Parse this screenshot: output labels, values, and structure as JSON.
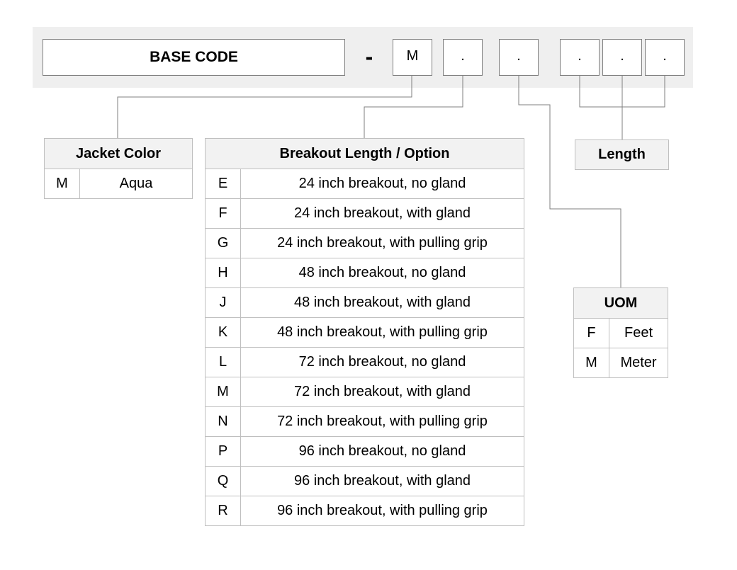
{
  "code_bar": {
    "base_code": "BASE  CODE",
    "dash": "-",
    "slots": [
      "M",
      ".",
      ".",
      ".",
      ".",
      "."
    ]
  },
  "jacket_color": {
    "title": "Jacket Color",
    "rows": [
      {
        "code": "M",
        "desc": "Aqua"
      }
    ]
  },
  "breakout": {
    "title": "Breakout Length / Option",
    "rows": [
      {
        "code": "E",
        "desc": "24 inch breakout, no gland"
      },
      {
        "code": "F",
        "desc": "24 inch breakout, with gland"
      },
      {
        "code": "G",
        "desc": "24 inch breakout, with pulling grip"
      },
      {
        "code": "H",
        "desc": "48 inch breakout, no gland"
      },
      {
        "code": "J",
        "desc": "48 inch breakout, with gland"
      },
      {
        "code": "K",
        "desc": "48 inch breakout, with pulling grip"
      },
      {
        "code": "L",
        "desc": "72 inch breakout, no gland"
      },
      {
        "code": "M",
        "desc": "72 inch breakout, with gland"
      },
      {
        "code": "N",
        "desc": "72 inch breakout, with pulling grip"
      },
      {
        "code": "P",
        "desc": "96 inch breakout, no gland"
      },
      {
        "code": "Q",
        "desc": "96 inch breakout, with gland"
      },
      {
        "code": "R",
        "desc": "96 inch breakout, with pulling grip"
      }
    ]
  },
  "length": {
    "title": "Length"
  },
  "uom": {
    "title": "UOM",
    "rows": [
      {
        "code": "F",
        "desc": "Feet"
      },
      {
        "code": "M",
        "desc": "Meter"
      }
    ]
  }
}
